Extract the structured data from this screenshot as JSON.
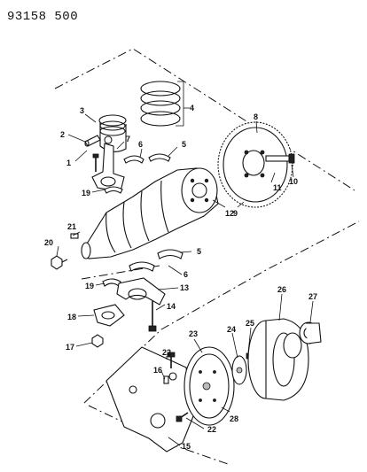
{
  "header": {
    "figure_code": "93158 500"
  },
  "callouts": {
    "c1": "1",
    "c2": "2",
    "c3": "3",
    "c4": "4",
    "c5a": "5",
    "c5b": "5",
    "c6a": "6",
    "c6b": "6",
    "c7": "7",
    "c8": "8",
    "c9": "9",
    "c10": "10",
    "c11": "11",
    "c12": "12",
    "c13": "13",
    "c14": "14",
    "c15": "15",
    "c16": "16",
    "c17": "17",
    "c18": "18",
    "c19a": "19",
    "c19b": "19",
    "c20": "20",
    "c21": "21",
    "c22a": "22",
    "c22b": "22",
    "c23": "23",
    "c24": "24",
    "c25": "25",
    "c26": "26",
    "c27": "27",
    "c28": "28"
  }
}
